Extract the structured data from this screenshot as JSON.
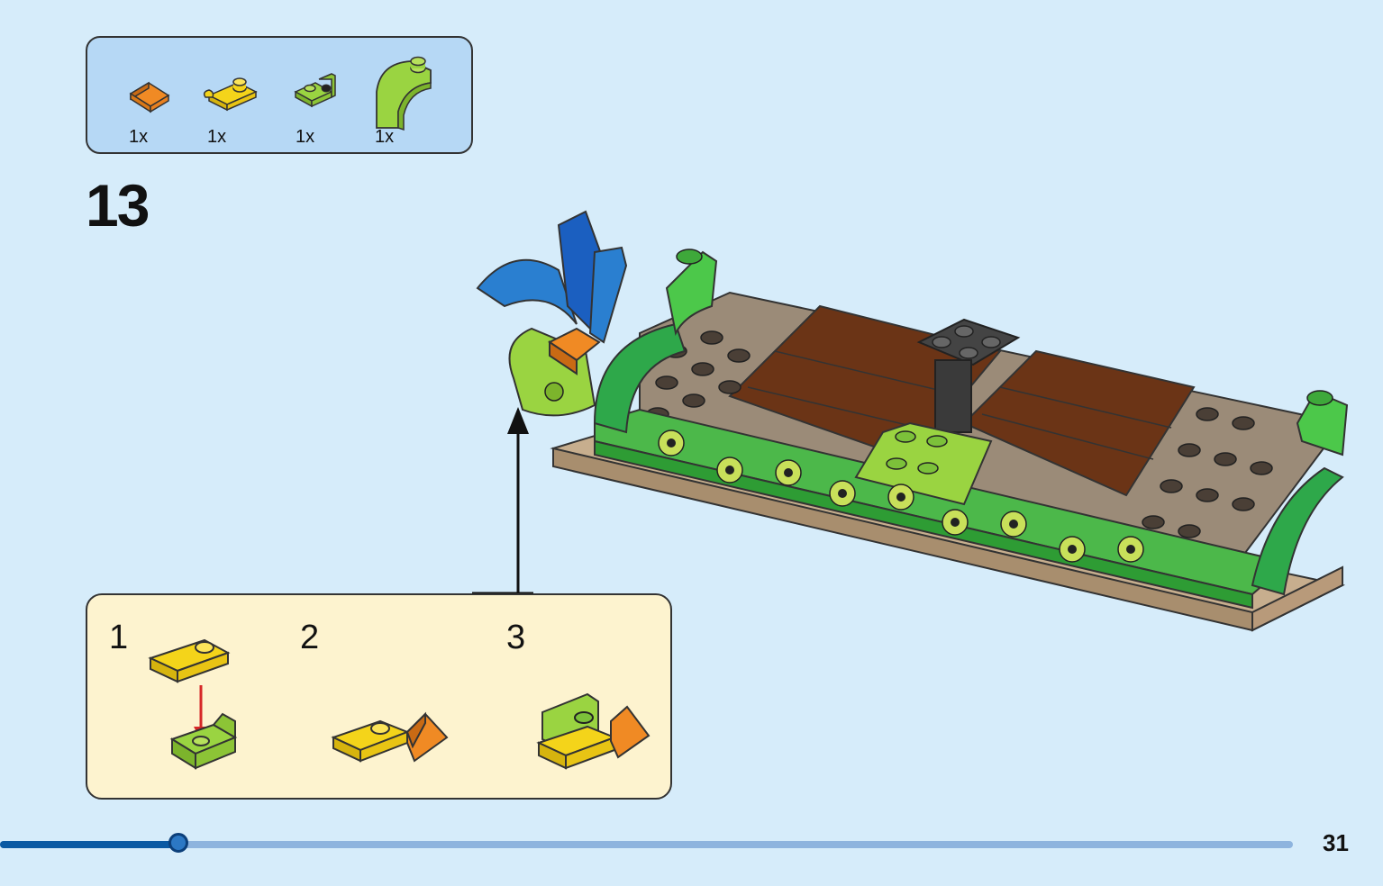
{
  "parts": [
    {
      "qty": "1x",
      "icon": "orange-slope-brick-icon",
      "color": "#f08a24"
    },
    {
      "qty": "1x",
      "icon": "yellow-clip-plate-icon",
      "color": "#f4d41a"
    },
    {
      "qty": "1x",
      "icon": "lime-bracket-icon",
      "color": "#9ad441"
    },
    {
      "qty": "1x",
      "icon": "lime-curved-slope-icon",
      "color": "#9ad441"
    }
  ],
  "step": {
    "number": "13"
  },
  "substeps": [
    {
      "number": "1"
    },
    {
      "number": "2"
    },
    {
      "number": "3"
    }
  ],
  "progress": {
    "fraction": 0.138
  },
  "page": {
    "number": "31"
  },
  "colors": {
    "background": "#d6ecfa",
    "parts_box": "#b6d8f5",
    "substep_box": "#fdf3cf",
    "progress_fill": "#0b5aa3",
    "progress_track": "#8eb4de"
  }
}
